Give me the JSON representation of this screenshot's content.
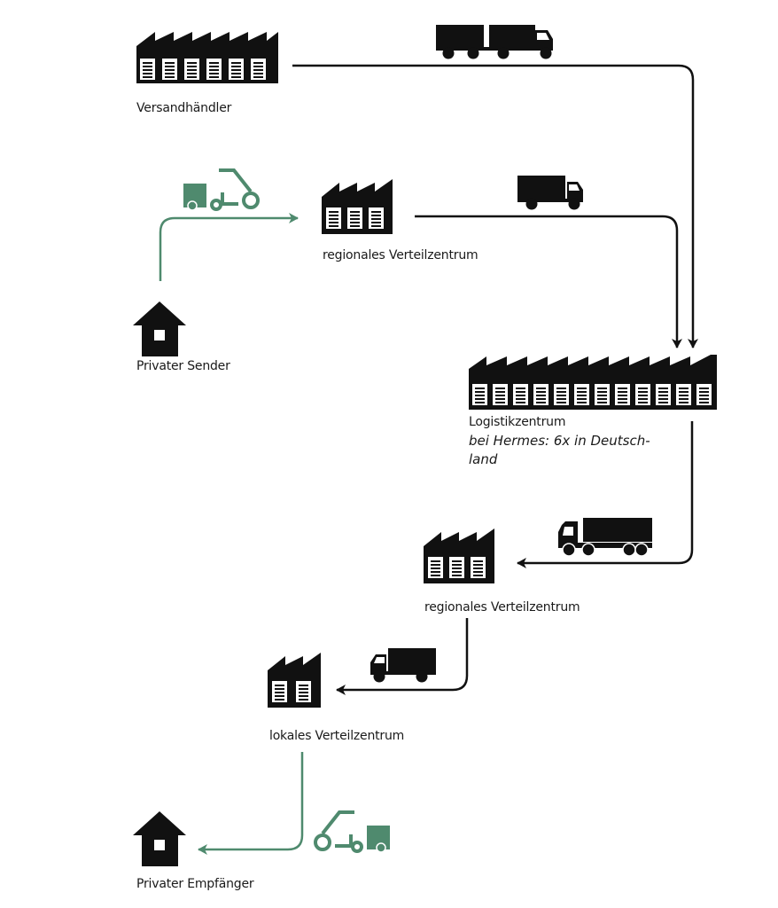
{
  "colors": {
    "ink": "#111111",
    "green": "#4f8a6e",
    "background": "#ffffff"
  },
  "nodes": {
    "versandhaendler": {
      "label": "Versandhändler",
      "icon": "factory-icon",
      "doors": 6
    },
    "regional_1": {
      "label": "regionales Verteilzentrum",
      "icon": "factory-icon",
      "doors": 3
    },
    "privater_sender": {
      "label": "Privater Sender",
      "icon": "house-icon"
    },
    "logistikzentrum": {
      "label": "Logistikzentrum",
      "note": "bei Hermes: 6x in Deutsch-\nland",
      "icon": "factory-icon",
      "doors": 12
    },
    "regional_2": {
      "label": "regionales Verteilzentrum",
      "icon": "factory-icon",
      "doors": 3
    },
    "lokal": {
      "label": "lokales Verteilzentrum",
      "icon": "factory-icon",
      "doors": 2
    },
    "privater_empfaenger": {
      "label": "Privater Empfänger",
      "icon": "house-icon"
    }
  },
  "edges": [
    {
      "from": "versandhaendler",
      "to": "logistikzentrum",
      "vehicle": "truck-trailer-icon",
      "color": "ink"
    },
    {
      "from": "privater_sender",
      "to": "regional_1",
      "vehicle": "cargo-scooter-icon",
      "color": "green"
    },
    {
      "from": "regional_1",
      "to": "logistikzentrum",
      "vehicle": "truck-icon",
      "color": "ink"
    },
    {
      "from": "logistikzentrum",
      "to": "regional_2",
      "vehicle": "semi-truck-icon",
      "color": "ink"
    },
    {
      "from": "regional_2",
      "to": "lokal",
      "vehicle": "truck-icon",
      "color": "ink"
    },
    {
      "from": "lokal",
      "to": "privater_empfaenger",
      "vehicle": "cargo-scooter-icon",
      "color": "green"
    }
  ]
}
